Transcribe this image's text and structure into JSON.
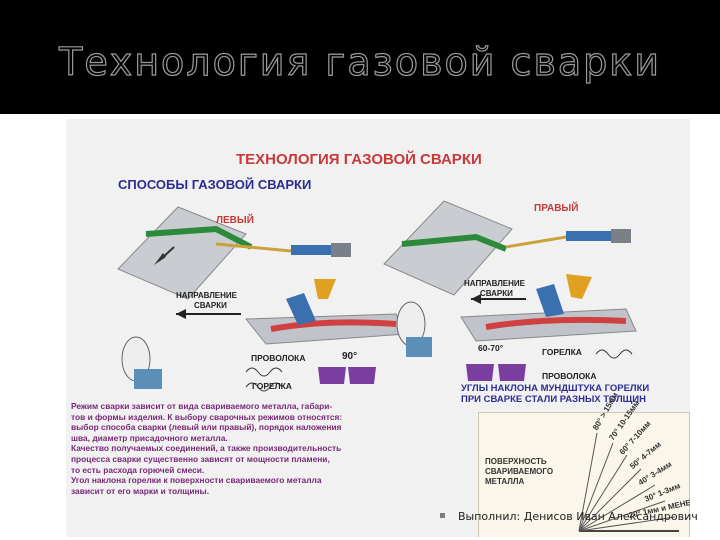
{
  "slide": {
    "title": "Технология газовой сварки",
    "footer": "Выполнил: Денисов Иван Александрович"
  },
  "poster": {
    "title": "ТЕХНОЛОГИЯ ГАЗОВОЙ СВАРКИ",
    "subtitle": "СПОСОБЫ ГАЗОВОЙ СВАРКИ",
    "left_method": "ЛЕВЫЙ",
    "right_method": "ПРАВЫЙ",
    "direction_label_1": "НАПРАВЛЕНИЕ",
    "direction_label_2": "СВАРКИ",
    "wire_label": "ПРОВОЛОКА",
    "torch_label": "ГОРЕЛКА",
    "angle_left": "90°",
    "angle_right": "60-70°",
    "angles_title_1": "УГЛЫ НАКЛОНА МУНДШТУКА ГОРЕЛКИ",
    "angles_title_2": "ПРИ СВАРКЕ СТАЛИ РАЗНЫХ ТОЛЩИН",
    "surface_label_1": "ПОВЕРХНОСТЬ",
    "surface_label_2": "СВАРИВАЕМОГО",
    "surface_label_3": "МЕТАЛЛА",
    "angles": [
      "80° > 15мм",
      "70° 10-15мм",
      "60° 7-10мм",
      "50° 4-7мм",
      "40° 3-4мм",
      "30° 1-3мм",
      "20° 1мм и МЕНЕЕ"
    ],
    "description": [
      "Режим сварки зависит от вида свариваемого металла, габари-",
      "тов и формы изделия. К выбору сварочных режимов относятся:",
      "выбор способа сварки (левый или правый), порядок наложения",
      "шва, диаметр присадочного металла.",
      "Качество получаемых соединений, а также производительность",
      "процесса сварки существенно зависят от мощности пламени,",
      "то есть расхода горючей смеси.",
      "Угол наклона горелки к поверхности свариваемого металла",
      "зависит от его марки и толщины."
    ]
  }
}
